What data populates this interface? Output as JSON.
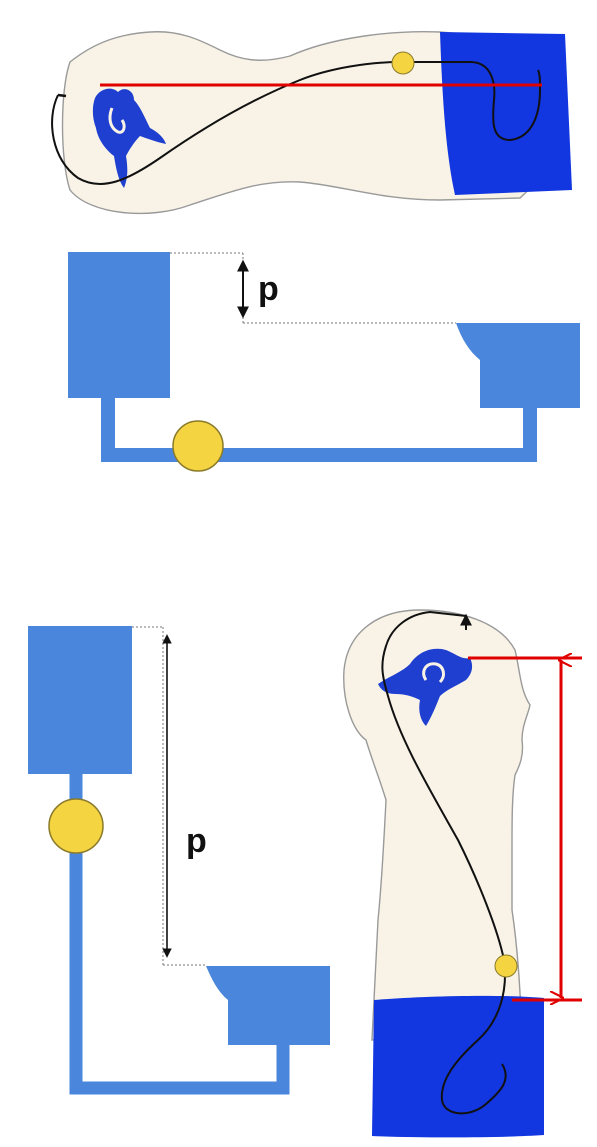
{
  "labels": {
    "pressure_top": "p",
    "pressure_bottom": "p"
  },
  "colors": {
    "background": "#ffffff",
    "body_fill": "#f8f3e6",
    "body_outline": "#9a9a9a",
    "ventricle_blue": "#1e3fd0",
    "abdomen_blue": "#1236e0",
    "tank_blue": "#4a86dc",
    "valve_yellow": "#f5d442",
    "catheter": "#111111",
    "level_red": "#e00000"
  },
  "icons": {
    "valve": "circle",
    "height_indicator": "double-arrow"
  }
}
